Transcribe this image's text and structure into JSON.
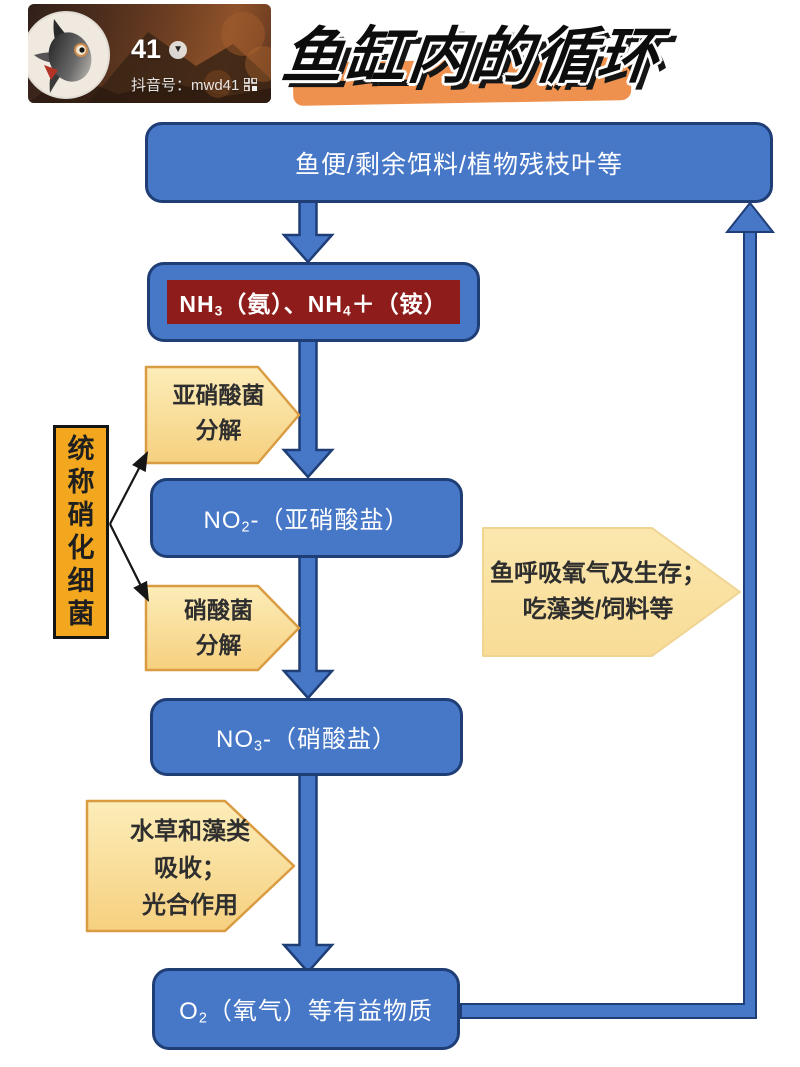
{
  "header": {
    "username": "41",
    "account_label": "抖音号：mwd41"
  },
  "title": "鱼缸内的循环",
  "flow": {
    "box_waste": "鱼便/剩余饵料/植物残枝叶等",
    "box_ammonia": {
      "p1": "NH",
      "s1": "3",
      "p2": "（氨）、NH",
      "s2": "4",
      "p3": "＋（铵）"
    },
    "box_nitrite": {
      "p1": "NO",
      "s1": "2",
      "p2": "-（亚硝酸盐）"
    },
    "box_nitrate": {
      "p1": "NO",
      "s1": "3",
      "p2": "-（硝酸盐）"
    },
    "box_oxygen": {
      "p1": "O",
      "s1": "2",
      "p2": "（氧气）等有益物质"
    },
    "pentagon_nitrite_bacteria": {
      "line1": "亚硝酸菌",
      "line2": "分解"
    },
    "pentagon_nitrate_bacteria": {
      "line1": "硝酸菌",
      "line2": "分解"
    },
    "pentagon_fish": {
      "line1": "鱼呼吸氧气及生存；",
      "line2": "吃藻类/饲料等"
    },
    "pentagon_plants": {
      "line1": "水草和藻类",
      "line2": "吸收；",
      "line3": "光合作用"
    },
    "side_label": "统称硝化细菌"
  },
  "colors": {
    "box_blue": "#4778C8",
    "box_border": "#1F3E76",
    "red_band": "#8E1C1A",
    "pentagon_fill_top": "#FCEDB9",
    "pentagon_fill_bottom": "#F6D07F",
    "pentagon_border": "#D99C43",
    "side_box_orange": "#F3A71E",
    "title_highlight": "#EF914E"
  }
}
